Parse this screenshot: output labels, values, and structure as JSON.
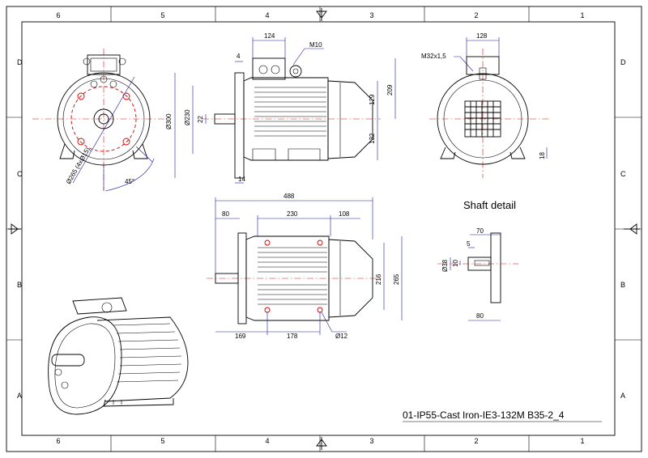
{
  "title_block": {
    "drawing_title": "01-IP55-Cast Iron-IE3-132M B35-2_4"
  },
  "section_labels": {
    "shaft_detail": "Shaft detail"
  },
  "border": {
    "columns": [
      "6",
      "5",
      "4",
      "3",
      "2",
      "1"
    ],
    "rows": [
      "D",
      "C",
      "B",
      "A"
    ]
  },
  "front_view": {
    "pcd_label": "Ø265 (4xØ15)",
    "angle_label": "45°"
  },
  "side_view": {
    "dim_top_width": "124",
    "thread_label": "M10",
    "dim_flange_thk": "4",
    "dim_flange_dia": "Ø300",
    "dim_spigot": "Ø230",
    "dim_shaft": "22",
    "dim_box_height": "129",
    "dim_total_height": "209",
    "dim_shaft_height": "132",
    "dim_flange_bottom": "14"
  },
  "rear_view": {
    "dim_box_width": "128",
    "gland_label": "M32x1,5",
    "dim_foot_height": "18"
  },
  "plan_view": {
    "dim_overall": "488",
    "dim_left": "80",
    "dim_mid": "230",
    "dim_right": "108",
    "dim_inner_width": "216",
    "dim_outer_width": "265",
    "dim_foot_left": "169",
    "dim_foot_spacing": "178",
    "hole_label": "Ø12"
  },
  "shaft_detail": {
    "dim_length": "70",
    "dim_key": "5",
    "dim_diameter": "Ø38",
    "dim_key_width": "10",
    "dim_flange_len": "80"
  },
  "colors": {
    "centerline": "#dd1111",
    "dimension": "#1a1aa6",
    "line": "#000000"
  }
}
